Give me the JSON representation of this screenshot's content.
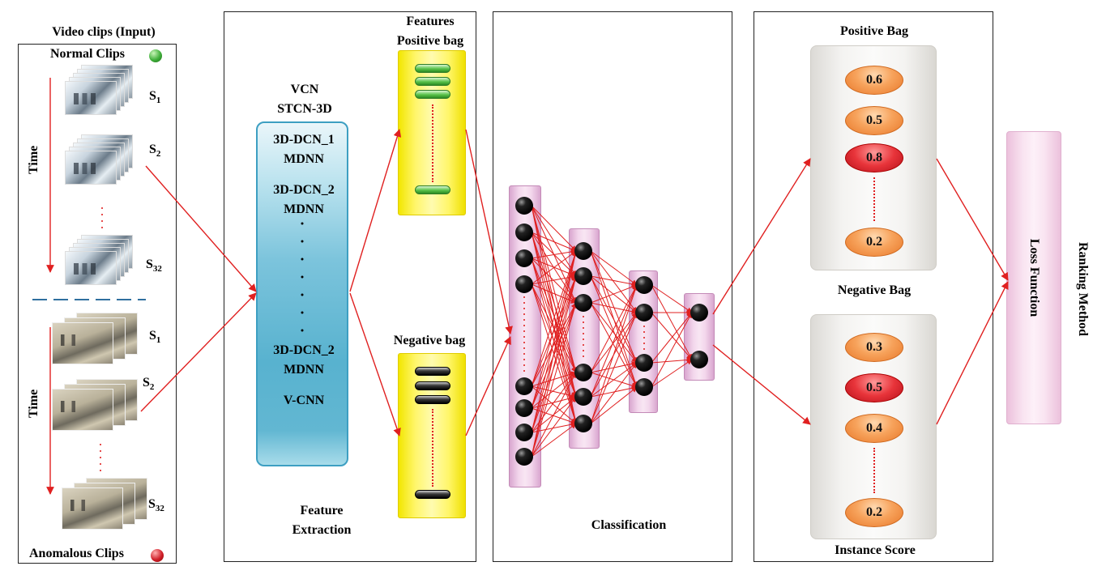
{
  "input": {
    "title": "Video clips (Input)",
    "normal_label": "Normal Clips",
    "anomalous_label": "Anomalous Clips",
    "time_label": "Time",
    "segment_letter": "S",
    "segments": [
      "1",
      "2",
      "32"
    ]
  },
  "feature_extraction": {
    "network_title_1": "VCN",
    "network_title_2": "STCN-3D",
    "layers": [
      "3D-DCN_1",
      "MDNN",
      "3D-DCN_2",
      "MDNN",
      "3D-DCN_2",
      "MDNN",
      "V-CNN"
    ],
    "caption_line1": "Feature",
    "caption_line2": "Extraction",
    "features_title": "Features",
    "positive_bag_label": "Positive bag",
    "negative_bag_label": "Negative bag"
  },
  "classification": {
    "caption": "Classification"
  },
  "ranking": {
    "positive_bag_title": "Positive Bag",
    "negative_bag_title": "Negative Bag",
    "instance_score_caption": "Instance Score",
    "positive_scores": [
      "0.6",
      "0.5",
      "0.8",
      "0.2"
    ],
    "negative_scores": [
      "0.3",
      "0.5",
      "0.4",
      "0.2"
    ],
    "loss_function_label": "Loss Function",
    "ranking_method_label": "Ranking Method"
  },
  "colors": {
    "arrow": "#e02020",
    "normal_indicator": "#3fae3a",
    "anomalous_indicator": "#d0202a"
  }
}
